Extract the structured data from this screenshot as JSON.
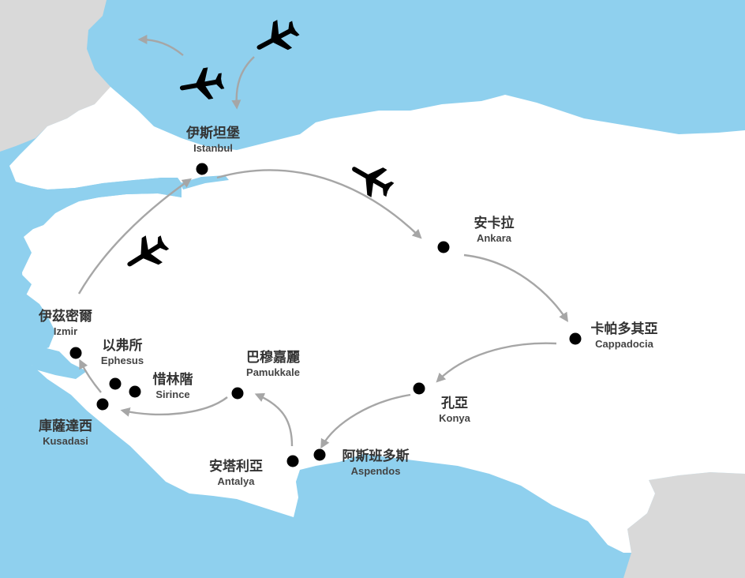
{
  "map": {
    "colors": {
      "sea": "#8fd0ee",
      "land": "#ffffff",
      "neighbor_land": "#d9d9d9",
      "route": "#a6a6a6",
      "marker": "#000000"
    },
    "cities": [
      {
        "id": "istanbul",
        "zh": "伊斯坦堡",
        "en": "Istanbul"
      },
      {
        "id": "ankara",
        "zh": "安卡拉",
        "en": "Ankara"
      },
      {
        "id": "cappadocia",
        "zh": "卡帕多其亞",
        "en": "Cappadocia"
      },
      {
        "id": "konya",
        "zh": "孔亞",
        "en": "Konya"
      },
      {
        "id": "aspendos",
        "zh": "阿斯班多斯",
        "en": "Aspendos"
      },
      {
        "id": "antalya",
        "zh": "安塔利亞",
        "en": "Antalya"
      },
      {
        "id": "pamukkale",
        "zh": "巴穆嘉麗",
        "en": "Pamukkale"
      },
      {
        "id": "sirince",
        "zh": "惜林階",
        "en": "Sirince"
      },
      {
        "id": "ephesus",
        "zh": "以弗所",
        "en": "Ephesus"
      },
      {
        "id": "kusadasi",
        "zh": "庫薩達西",
        "en": "Kusadasi"
      },
      {
        "id": "izmir",
        "zh": "伊茲密爾",
        "en": "Izmir"
      }
    ],
    "route_order": [
      "istanbul",
      "ankara",
      "cappadocia",
      "konya",
      "aspendos",
      "antalya",
      "pamukkale",
      "kusadasi",
      "ephesus",
      "izmir",
      "istanbul"
    ],
    "flight_legs": [
      "istanbul-ankara",
      "izmir-istanbul",
      "arrival-istanbul",
      "departure-istanbul"
    ],
    "icons": [
      "airplane-icon",
      "location-marker-icon",
      "route-arrow-icon"
    ]
  }
}
